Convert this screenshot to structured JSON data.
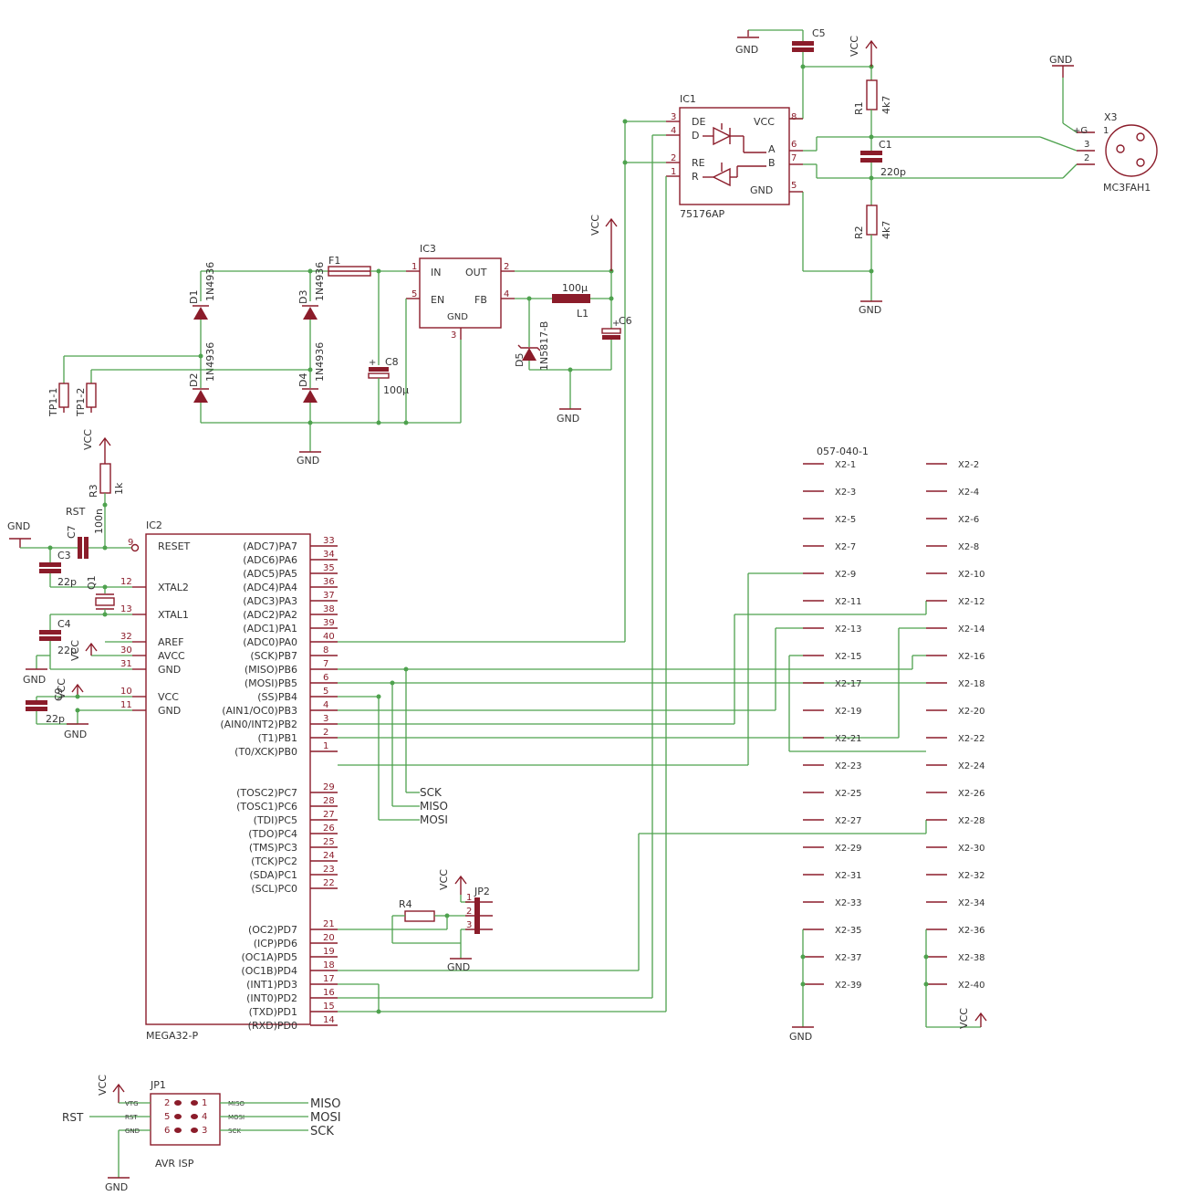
{
  "labels": {
    "gnd": "GND",
    "vcc": "VCC",
    "c5": "C5",
    "c1": "C1",
    "c1_val": "220p",
    "r1": "R1",
    "r1_val": "4k7",
    "r2": "R2",
    "r2_val": "4k7",
    "x3": "X3",
    "x3_val": "MC3FAH1",
    "x3_p1": "1",
    "x3_p2": "2",
    "x3_p3": "3",
    "x3_g": "+G",
    "ic1": "IC1",
    "ic1_val": "75176AP",
    "ic1_p": {
      "de": "DE",
      "d": "D",
      "re": "RE",
      "r": "R",
      "vcc": "VCC",
      "a": "A",
      "b": "B",
      "gnd": "GND"
    },
    "ic1_n": {
      "n3": "3",
      "n4": "4",
      "n2": "2",
      "n1": "1",
      "n8": "8",
      "n6": "6",
      "n7": "7",
      "n5": "5"
    },
    "ic3": "IC3",
    "ic3_p": {
      "in": "IN",
      "out": "OUT",
      "en": "EN",
      "fb": "FB",
      "gnd": "GND"
    },
    "ic3_n": {
      "n1": "1",
      "n2": "2",
      "n5": "5",
      "n4": "4",
      "n3": "3"
    },
    "f1": "F1",
    "d1": "D1",
    "d2": "D2",
    "d3": "D3",
    "d4": "D4",
    "diode_val": "1N4936",
    "d5": "D5",
    "d5_val": "1N5817-B",
    "l1": "L1",
    "l1_val": "100µ",
    "c6": "C6",
    "c8": "C8",
    "c8_val": "100µ",
    "tp1": "TP1-1",
    "tp2": "TP1-2",
    "r3": "R3",
    "r3_val": "1k",
    "rst": "RST",
    "c7": "C7",
    "c7_val": "100n",
    "c3": "C3",
    "c3_val": "22p",
    "q1": "Q1",
    "c4": "C4",
    "c4_val": "22p",
    "c9": "C9",
    "c9_val": "22p",
    "ic2": "IC2",
    "ic2_val": "MEGA32-P",
    "header": "057-040-1",
    "jp2": "JP2",
    "r4": "R4",
    "sck": "SCK",
    "miso": "MISO",
    "mosi": "MOSI",
    "jp1": "JP1",
    "jp1_val": "AVR ISP",
    "jp1_n": [
      "2",
      "1",
      "5",
      "4",
      "6",
      "3"
    ],
    "jp1_l": {
      "vtg": "VTG",
      "rst": "RST",
      "gnd": "GND",
      "miso": "MISO",
      "mosi": "MOSI",
      "sck": "SCK"
    },
    "jp2_n": [
      "1",
      "2",
      "3"
    ]
  },
  "ic2_left": [
    {
      "name": "RESET",
      "num": "9"
    },
    {
      "name": "XTAL2",
      "num": "12"
    },
    {
      "name": "XTAL1",
      "num": "13"
    },
    {
      "name": "AREF",
      "num": "32"
    },
    {
      "name": "AVCC",
      "num": "30"
    },
    {
      "name": "GND",
      "num": "31"
    },
    {
      "name": "VCC",
      "num": "10"
    },
    {
      "name": "GND",
      "num": "11"
    }
  ],
  "ic2_right": [
    {
      "name": "(ADC7)PA7",
      "num": "33"
    },
    {
      "name": "(ADC6)PA6",
      "num": "34"
    },
    {
      "name": "(ADC5)PA5",
      "num": "35"
    },
    {
      "name": "(ADC4)PA4",
      "num": "36"
    },
    {
      "name": "(ADC3)PA3",
      "num": "37"
    },
    {
      "name": "(ADC2)PA2",
      "num": "38"
    },
    {
      "name": "(ADC1)PA1",
      "num": "39"
    },
    {
      "name": "(ADC0)PA0",
      "num": "40"
    },
    {
      "name": "(SCK)PB7",
      "num": "8"
    },
    {
      "name": "(MISO)PB6",
      "num": "7"
    },
    {
      "name": "(MOSI)PB5",
      "num": "6"
    },
    {
      "name": "(SS)PB4",
      "num": "5"
    },
    {
      "name": "(AIN1/OC0)PB3",
      "num": "4"
    },
    {
      "name": "(AIN0/INT2)PB2",
      "num": "3"
    },
    {
      "name": "(T1)PB1",
      "num": "2"
    },
    {
      "name": "(T0/XCK)PB0",
      "num": "1"
    },
    {
      "name": "(TOSC2)PC7",
      "num": "29"
    },
    {
      "name": "(TOSC1)PC6",
      "num": "28"
    },
    {
      "name": "(TDI)PC5",
      "num": "27"
    },
    {
      "name": "(TDO)PC4",
      "num": "26"
    },
    {
      "name": "(TMS)PC3",
      "num": "25"
    },
    {
      "name": "(TCK)PC2",
      "num": "24"
    },
    {
      "name": "(SDA)PC1",
      "num": "23"
    },
    {
      "name": "(SCL)PC0",
      "num": "22"
    },
    {
      "name": "(OC2)PD7",
      "num": "21"
    },
    {
      "name": "(ICP)PD6",
      "num": "20"
    },
    {
      "name": "(OC1A)PD5",
      "num": "19"
    },
    {
      "name": "(OC1B)PD4",
      "num": "18"
    },
    {
      "name": "(INT1)PD3",
      "num": "17"
    },
    {
      "name": "(INT0)PD2",
      "num": "16"
    },
    {
      "name": "(TXD)PD1",
      "num": "15"
    },
    {
      "name": "(RXD)PD0",
      "num": "14"
    }
  ],
  "x2_odd": [
    "X2-1",
    "X2-3",
    "X2-5",
    "X2-7",
    "X2-9",
    "X2-11",
    "X2-13",
    "X2-15",
    "X2-17",
    "X2-19",
    "X2-21",
    "X2-23",
    "X2-25",
    "X2-27",
    "X2-29",
    "X2-31",
    "X2-33",
    "X2-35",
    "X2-37",
    "X2-39"
  ],
  "x2_even": [
    "X2-2",
    "X2-4",
    "X2-6",
    "X2-8",
    "X2-10",
    "X2-12",
    "X2-14",
    "X2-16",
    "X2-18",
    "X2-20",
    "X2-22",
    "X2-24",
    "X2-26",
    "X2-28",
    "X2-30",
    "X2-32",
    "X2-34",
    "X2-36",
    "X2-38",
    "X2-40"
  ],
  "colors": {
    "wire": "#4ea24e",
    "symbol": "#8b1c2a",
    "text": "#333333"
  }
}
